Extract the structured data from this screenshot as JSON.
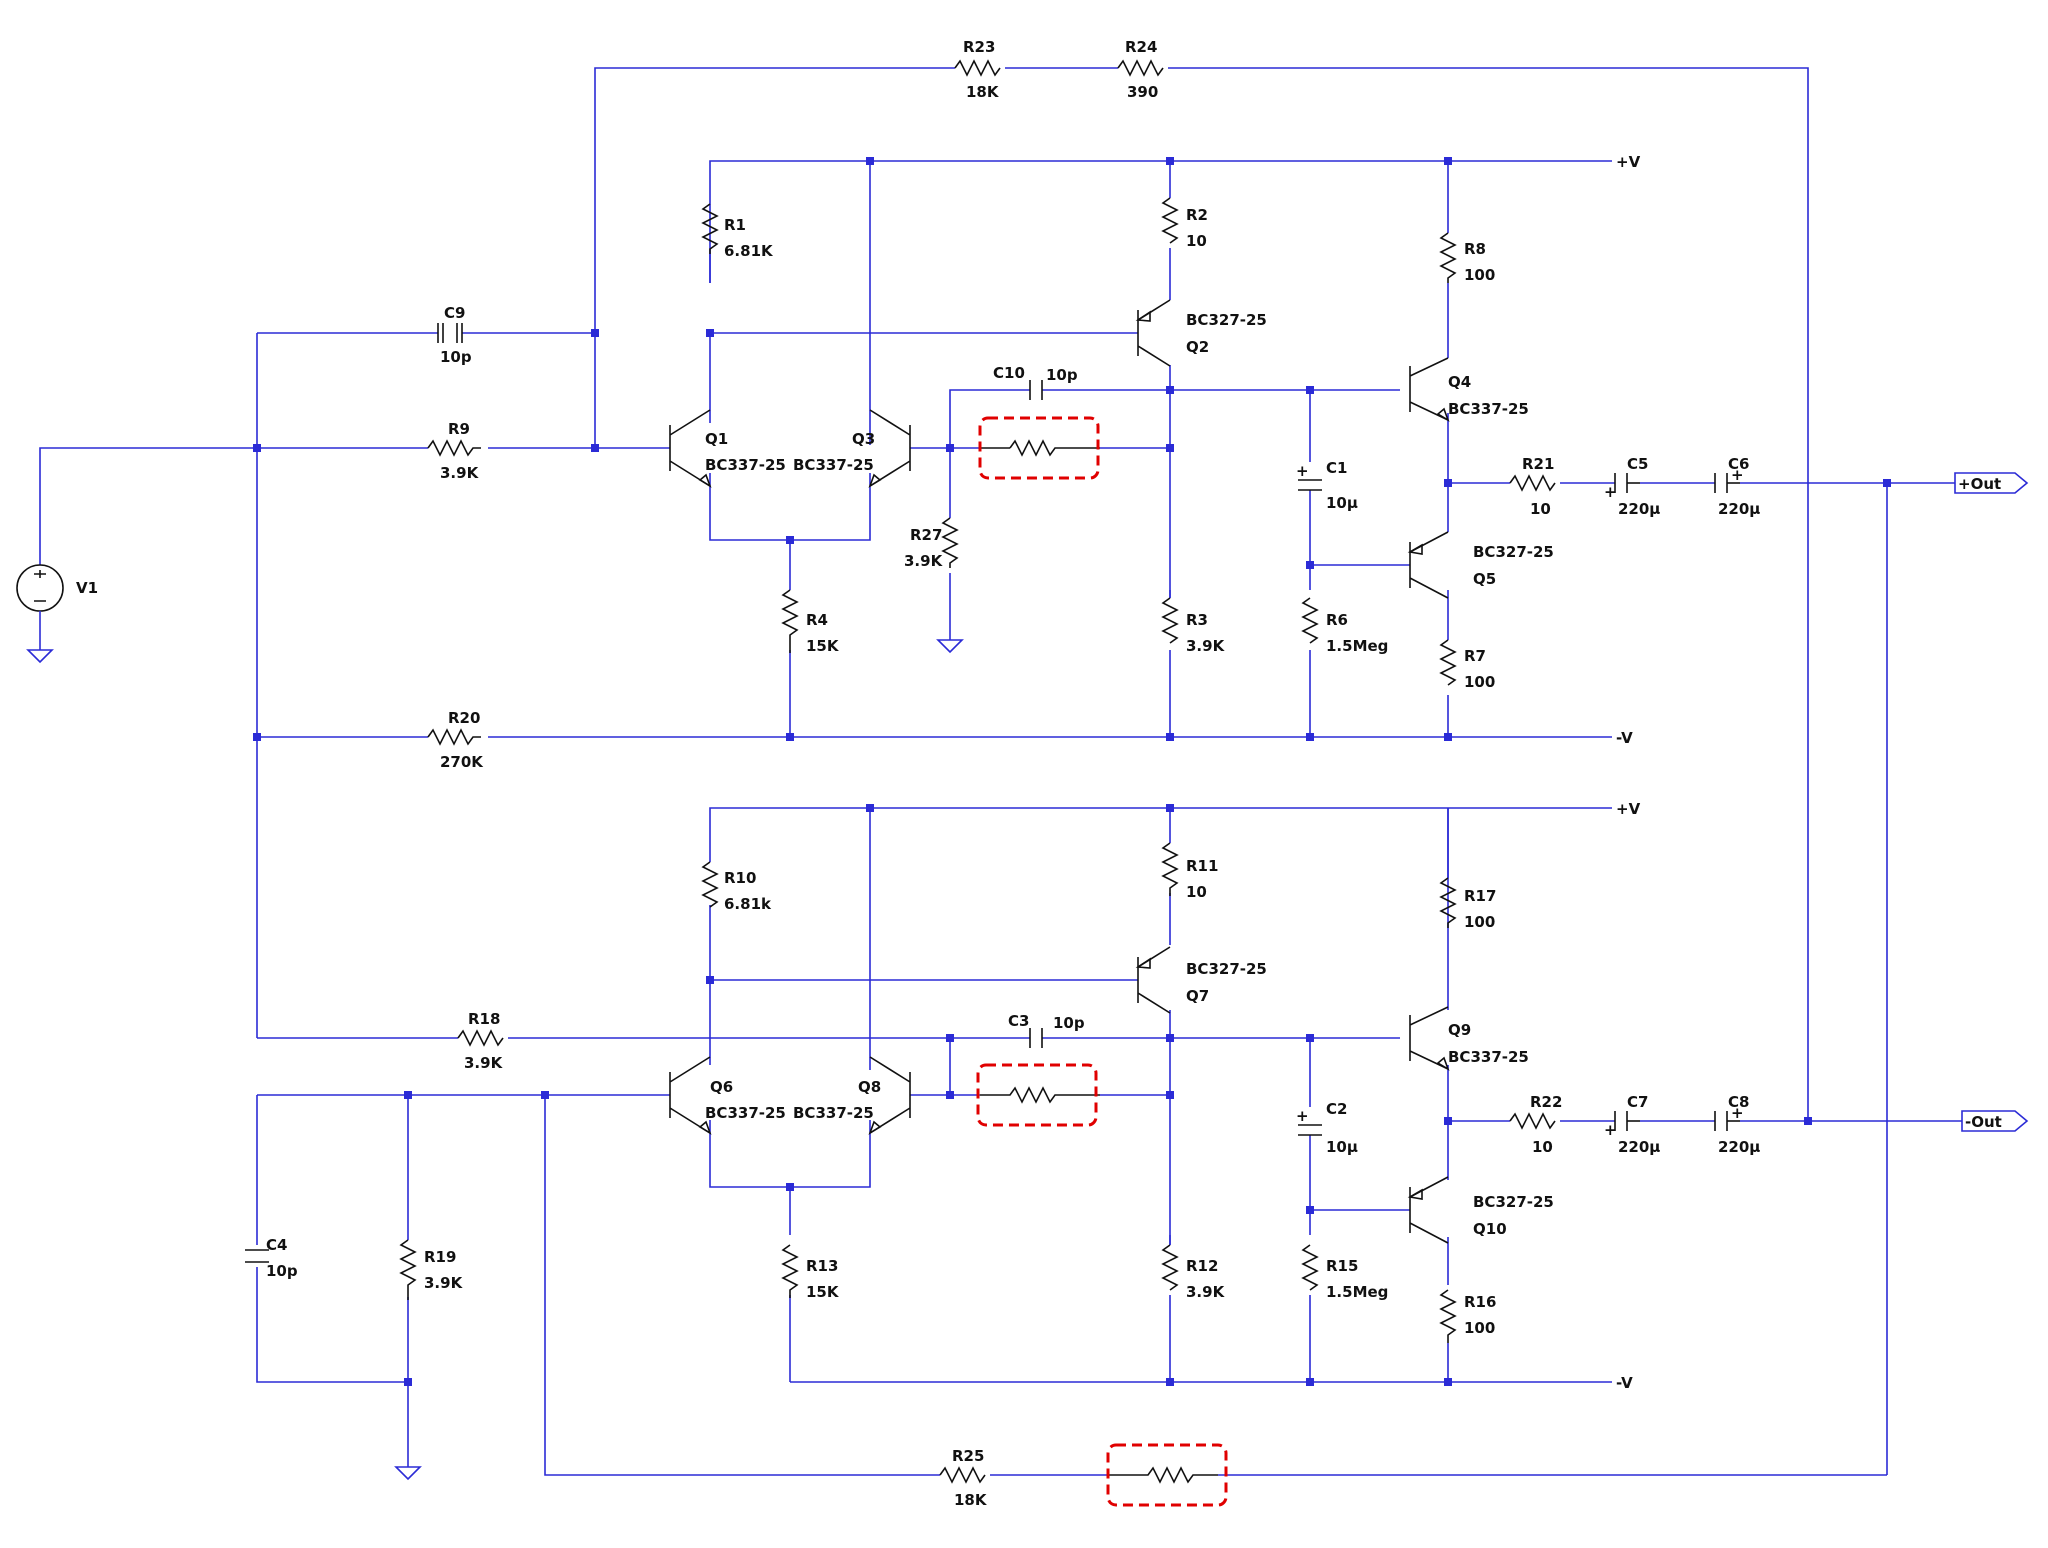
{
  "colors": {
    "wire": "#2b2bd6",
    "component": "#111111",
    "highlight": "#e00000"
  },
  "labels": {
    "R23": {
      "ref": "R23",
      "val": "18K"
    },
    "R24": {
      "ref": "R24",
      "val": "390"
    },
    "R1": {
      "ref": "R1",
      "val": "6.81K"
    },
    "R2": {
      "ref": "R2",
      "val": "10"
    },
    "R8": {
      "ref": "R8",
      "val": "100"
    },
    "C9": {
      "ref": "C9",
      "val": "10p"
    },
    "R9": {
      "ref": "R9",
      "val": "3.9K"
    },
    "Q1": {
      "ref": "Q1",
      "val": "BC337-25"
    },
    "Q3": {
      "ref": "Q3",
      "val": "BC337-25"
    },
    "Q2": {
      "ref": "Q2",
      "val": "BC327-25"
    },
    "C10": {
      "ref": "C10",
      "val": "10p"
    },
    "Q4": {
      "ref": "Q4",
      "val": "BC337-25"
    },
    "C1": {
      "ref": "C1",
      "val": "10µ"
    },
    "R21": {
      "ref": "R21",
      "val": "10"
    },
    "C5": {
      "ref": "C5",
      "val": "220µ"
    },
    "C6": {
      "ref": "C6",
      "val": "220µ"
    },
    "V1": {
      "ref": "V1"
    },
    "R27": {
      "ref": "R27",
      "val": "3.9K"
    },
    "Q5": {
      "ref": "Q5",
      "val": "BC327-25"
    },
    "R4": {
      "ref": "R4",
      "val": "15K"
    },
    "R3": {
      "ref": "R3",
      "val": "3.9K"
    },
    "R6": {
      "ref": "R6",
      "val": "1.5Meg"
    },
    "R7": {
      "ref": "R7",
      "val": "100"
    },
    "R20": {
      "ref": "R20",
      "val": "270K"
    },
    "R10": {
      "ref": "R10",
      "val": "6.81k"
    },
    "R11": {
      "ref": "R11",
      "val": "10"
    },
    "R17": {
      "ref": "R17",
      "val": "100"
    },
    "Q7": {
      "ref": "Q7",
      "val": "BC327-25"
    },
    "R18": {
      "ref": "R18",
      "val": "3.9K"
    },
    "C3": {
      "ref": "C3",
      "val": "10p"
    },
    "Q9": {
      "ref": "Q9",
      "val": "BC337-25"
    },
    "Q6": {
      "ref": "Q6",
      "val": "BC337-25"
    },
    "Q8": {
      "ref": "Q8",
      "val": "BC337-25"
    },
    "C2": {
      "ref": "C2",
      "val": "10µ"
    },
    "R22": {
      "ref": "R22",
      "val": "10"
    },
    "C7": {
      "ref": "C7",
      "val": "220µ"
    },
    "C8": {
      "ref": "C8",
      "val": "220µ"
    },
    "Q10": {
      "ref": "Q10",
      "val": "BC327-25"
    },
    "C4": {
      "ref": "C4",
      "val": "10p"
    },
    "R19": {
      "ref": "R19",
      "val": "3.9K"
    },
    "R13": {
      "ref": "R13",
      "val": "15K"
    },
    "R12": {
      "ref": "R12",
      "val": "3.9K"
    },
    "R15": {
      "ref": "R15",
      "val": "1.5Meg"
    },
    "R16": {
      "ref": "R16",
      "val": "100"
    },
    "R25": {
      "ref": "R25",
      "val": "18K"
    }
  },
  "nets": {
    "vplus_top": "+V",
    "vminus_top": "-V",
    "vplus_bot": "+V",
    "vminus_bot": "-V"
  },
  "ports": {
    "out_pos": "+Out",
    "out_neg": "-Out"
  }
}
